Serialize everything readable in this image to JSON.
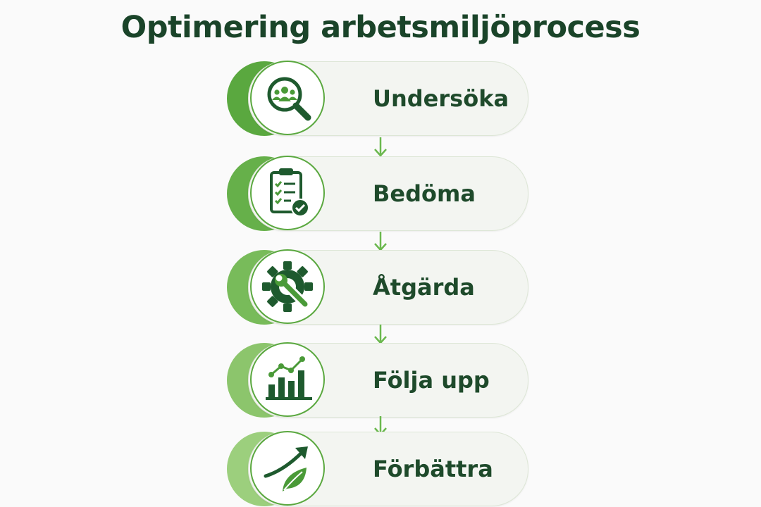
{
  "title": "Optimering arbetsmiljöprocess",
  "steps": [
    {
      "label": "Undersöka",
      "icon": "search-people-icon",
      "accent": "#5aa83f"
    },
    {
      "label": "Bedöma",
      "icon": "clipboard-check-icon",
      "accent": "#66b04a"
    },
    {
      "label": "Åtgärda",
      "icon": "gear-wrench-icon",
      "accent": "#78bb5a"
    },
    {
      "label": "Följa upp",
      "icon": "growth-chart-icon",
      "accent": "#8cc56c"
    },
    {
      "label": "Förbättra",
      "icon": "arrow-leaf-icon",
      "accent": "#9ccf7d"
    }
  ],
  "colors": {
    "dark_green": "#1e5a2e",
    "arrow": "#6bb84e"
  }
}
